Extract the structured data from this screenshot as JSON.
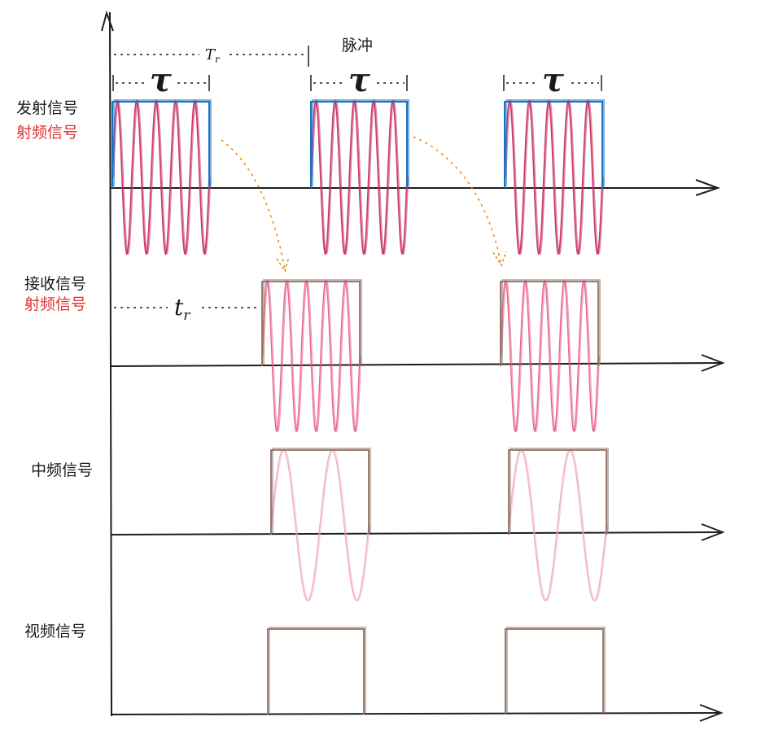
{
  "labels": {
    "pulse": "脉冲",
    "transmit_signal": "发射信号",
    "rf_signal_1": "射频信号",
    "receive_signal": "接收信号",
    "rf_signal_2": "射频信号",
    "if_signal": "中频信号",
    "video_signal": "视频信号"
  },
  "symbols": {
    "period": "T",
    "period_sub": "r",
    "pulse_width": "τ",
    "delay": "t",
    "delay_sub": "r"
  },
  "colors": {
    "axis": "#1e1e1e",
    "envelope_tx": "#1971c2",
    "carrier_tx": "#c2255c",
    "carrier_rx": "#e64980",
    "carrier_if": "#f0a0c0",
    "envelope_rx": "#8c6e60",
    "arrow_hint": "#f08c00",
    "red_label": "#e03131"
  }
}
